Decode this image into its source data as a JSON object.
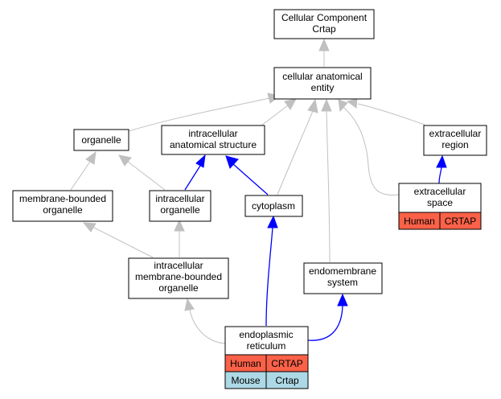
{
  "colors": {
    "gray_edge": "#c0c0c0",
    "blue_edge": "#0000ff",
    "human_tag": "#fa6148",
    "mouse_tag": "#add8e6"
  },
  "nodes": {
    "cellular_component": [
      "Cellular Component",
      "Crtap"
    ],
    "cellular_anatomical_entity": [
      "cellular anatomical",
      "entity"
    ],
    "organelle": [
      "organelle"
    ],
    "intracellular_anatomical_structure": [
      "intracellular",
      "anatomical structure"
    ],
    "extracellular_region": [
      "extracellular",
      "region"
    ],
    "membrane_bounded_organelle": [
      "membrane-bounded",
      "organelle"
    ],
    "intracellular_organelle": [
      "intracellular",
      "organelle"
    ],
    "cytoplasm": [
      "cytoplasm"
    ],
    "extracellular_space": [
      "extracellular",
      "space"
    ],
    "intracellular_membrane_bounded_organelle": [
      "intracellular",
      "membrane-bounded",
      "organelle"
    ],
    "endomembrane_system": [
      "endomembrane",
      "system"
    ],
    "endoplasmic_reticulum": [
      "endoplasmic",
      "reticulum"
    ]
  },
  "tags": {
    "extracellular_space_human": {
      "species": "Human",
      "gene": "CRTAP"
    },
    "er_human": {
      "species": "Human",
      "gene": "CRTAP"
    },
    "er_mouse": {
      "species": "Mouse",
      "gene": "Crtap"
    }
  }
}
